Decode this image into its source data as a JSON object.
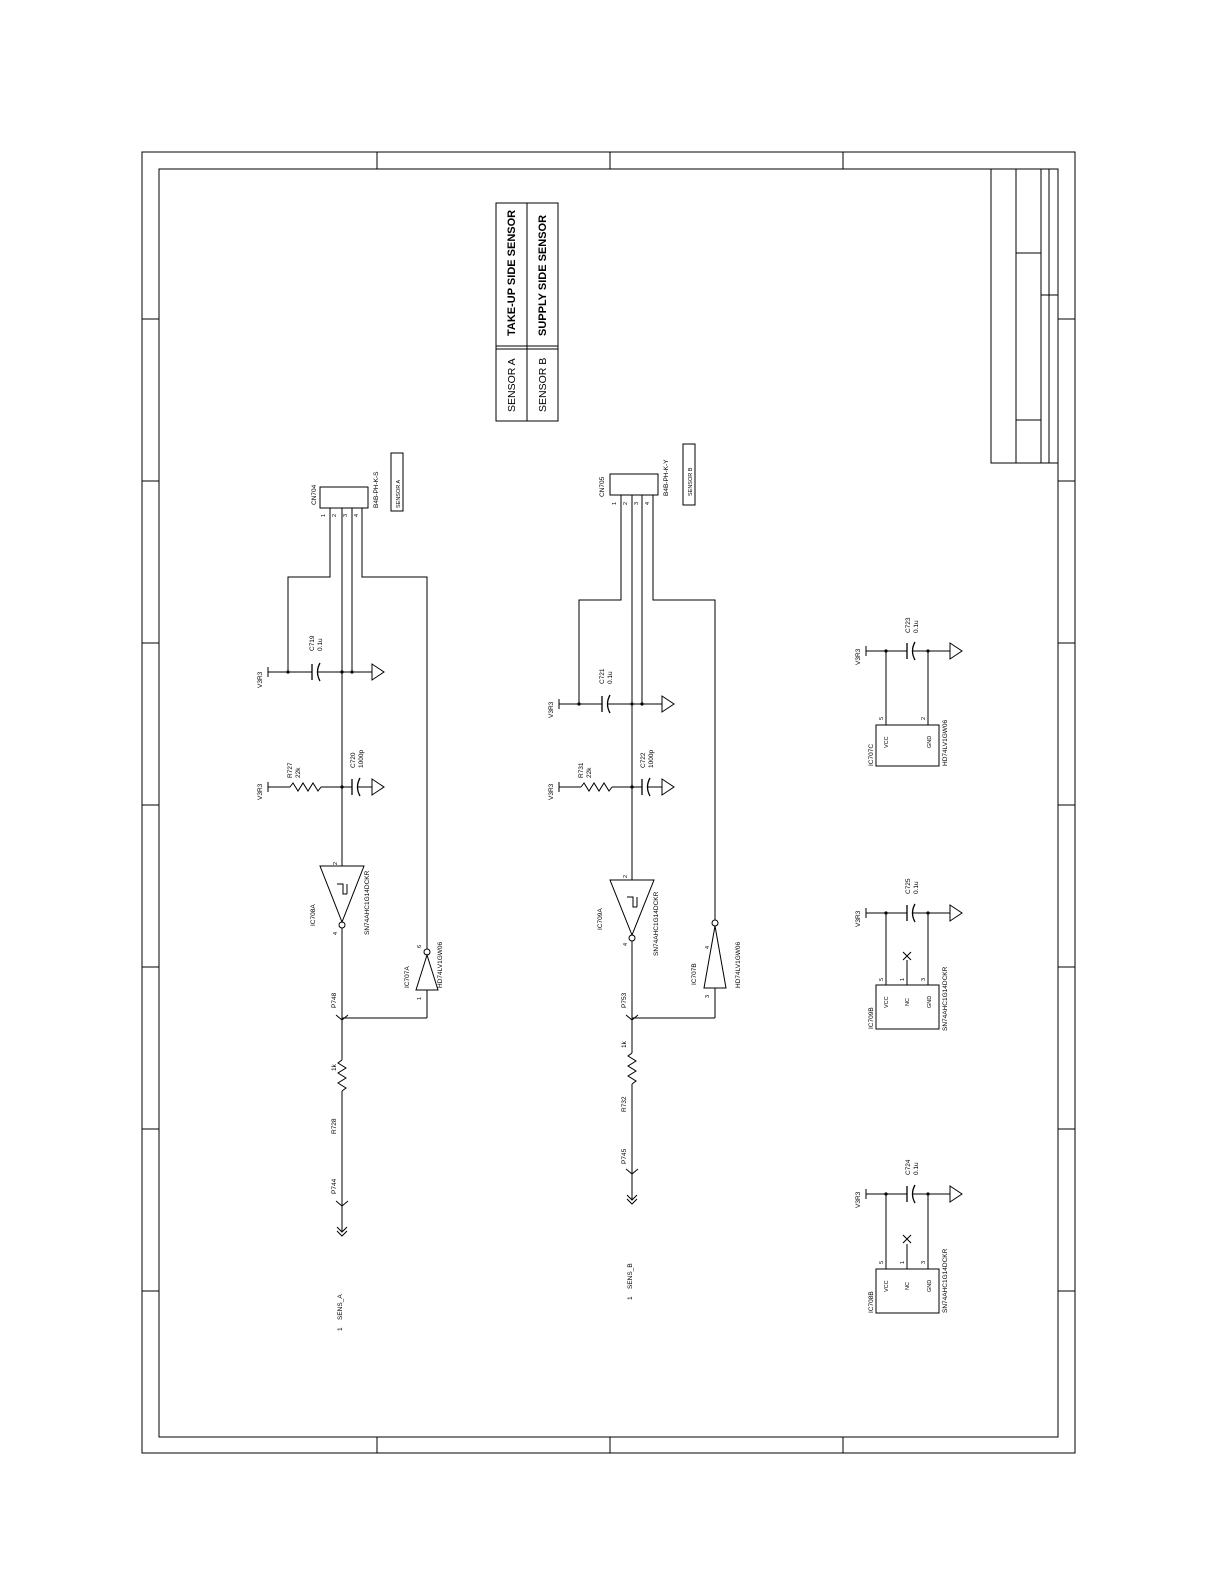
{
  "legend": {
    "rows": [
      {
        "key": "SENSOR A",
        "value": "TAKE-UP SIDE SENSOR"
      },
      {
        "key": "SENSOR B",
        "value": "SUPPLY SIDE SENSOR"
      }
    ]
  },
  "sensor_a": {
    "connector": "CN704",
    "connector_part": "B4B-PH-K-S",
    "tag": "SENSOR A",
    "pins": [
      "1",
      "2",
      "3",
      "4"
    ],
    "c_bypass": {
      "ref": "C719",
      "value": "0.1u"
    },
    "c_filter": {
      "ref": "C720",
      "value": "1000p"
    },
    "r_pullup": {
      "ref": "R727",
      "value": "22k"
    },
    "power": "V3R3",
    "schmitt": {
      "ref": "IC708A",
      "part": "SN74AHC1G14DCKR",
      "pin_in": "2",
      "pin_out": "4"
    },
    "inverter": {
      "ref": "IC707A",
      "part": "HD74LV1GW06",
      "pin_in": "1",
      "pin_out": "6"
    },
    "test_point_1": "P748",
    "resistor_series": {
      "ref": "R728",
      "value": "1k"
    },
    "test_point_2": "P744",
    "output": {
      "pin": "1",
      "name": "SENS_A"
    }
  },
  "sensor_b": {
    "connector": "CN705",
    "connector_part": "B4B-PH-K-Y",
    "tag": "SENSOR B",
    "pins": [
      "1",
      "2",
      "3",
      "4"
    ],
    "c_bypass": {
      "ref": "C721",
      "value": "0.1u"
    },
    "c_filter": {
      "ref": "C722",
      "value": "1000p"
    },
    "r_pullup": {
      "ref": "R731",
      "value": "22k"
    },
    "power": "V3R3",
    "schmitt": {
      "ref": "IC709A",
      "part": "SN74AHC1G14DCKR",
      "pin_in": "2",
      "pin_out": "4"
    },
    "inverter": {
      "ref": "IC707B",
      "part": "HD74LV1GW06",
      "pin_in": "3",
      "pin_out": "4"
    },
    "test_point_1": "P753",
    "resistor_series": {
      "ref": "R732",
      "value": "1k"
    },
    "test_point_2": "P745",
    "output": {
      "pin": "1",
      "name": "SENS_B"
    }
  },
  "power_blocks": [
    {
      "ic": "IC707C",
      "part": "HD74LV1GW06",
      "cap": "C723",
      "cap_value": "0.1u",
      "power": "V3R3",
      "pins": {
        "vcc": "VCC",
        "gnd": "GND",
        "nc": "",
        "pin_vcc": "5",
        "pin_gnd": "2",
        "pin_nc": ""
      }
    },
    {
      "ic": "IC709B",
      "part": "SN74AHC1G14DCKR",
      "cap": "C725",
      "cap_value": "0.1u",
      "power": "V3R3",
      "pins": {
        "vcc": "VCC",
        "gnd": "GND",
        "nc": "NC",
        "pin_vcc": "5",
        "pin_gnd": "3",
        "pin_nc": "1"
      }
    },
    {
      "ic": "IC708B",
      "part": "SN74AHC1G14DCKR",
      "cap": "C724",
      "cap_value": "0.1u",
      "power": "V3R3",
      "pins": {
        "vcc": "VCC",
        "gnd": "GND",
        "nc": "NC",
        "pin_vcc": "5",
        "pin_gnd": "3",
        "pin_nc": "1"
      }
    }
  ]
}
